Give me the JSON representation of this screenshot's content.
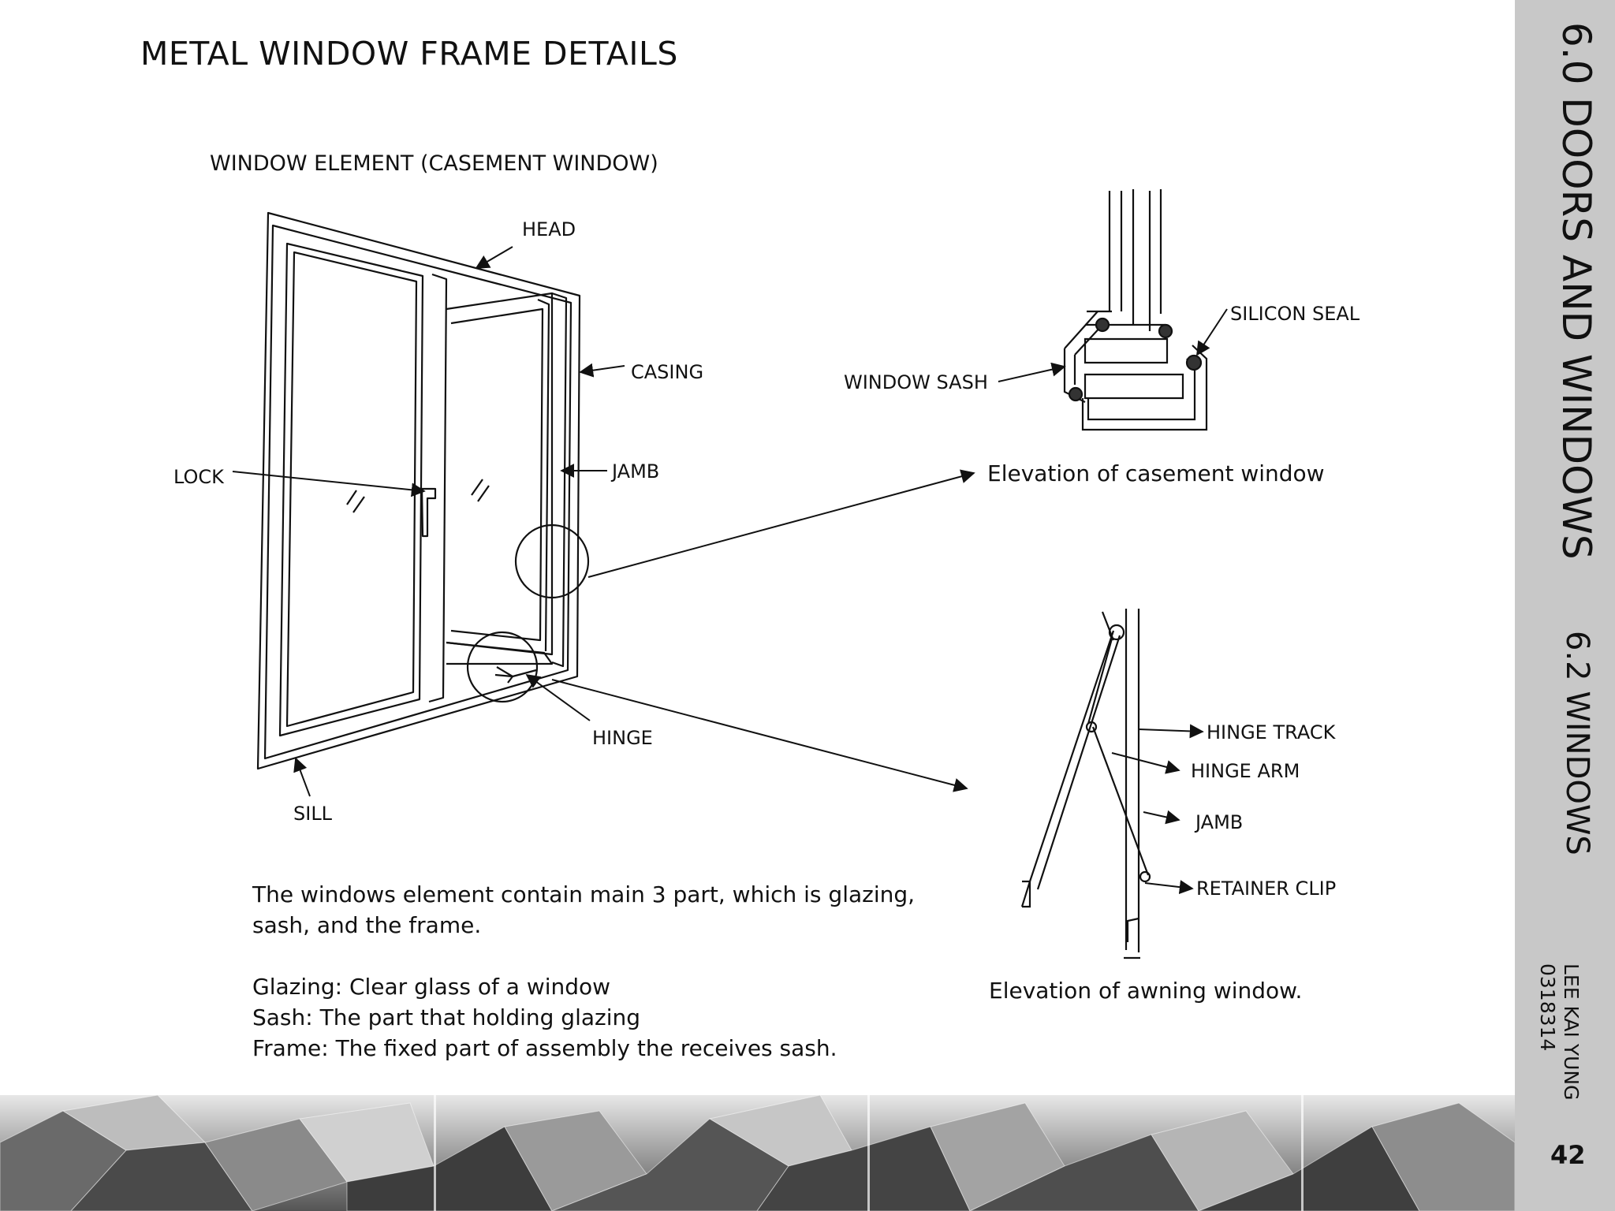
{
  "page": {
    "title": "METAL WINDOW FRAME DETAILS",
    "subtitle": "WINDOW ELEMENT (CASEMENT WINDOW)"
  },
  "casement_labels": {
    "head": "HEAD",
    "casing": "CASING",
    "jamb": "JAMB",
    "lock": "LOCK",
    "hinge": "HINGE",
    "sill": "SILL"
  },
  "detail_labels": {
    "window_sash": "WINDOW SASH",
    "silicon_seal": "SILICON SEAL",
    "hinge_track": "HINGE TRACK",
    "hinge_arm": "HINGE ARM",
    "jamb": "JAMB",
    "retainer_clip": "RETAINER CLIP"
  },
  "captions": {
    "casement": "Elevation of casement window",
    "awning": "Elevation of awning window."
  },
  "description": {
    "intro": "The windows element contain main 3 part, which is glazing, sash, and the frame.",
    "glazing": "Glazing: Clear glass of a window",
    "sash": "Sash: The part that holding glazing",
    "frame": "Frame: The fixed part of assembly the receives sash."
  },
  "sidebar": {
    "chapter": "6.0 DOORS AND WINDOWS",
    "section": "6.2 WINDOWS",
    "author_name": "LEE KAI YUNG",
    "author_id": "0318314",
    "page_number": "42"
  },
  "colors": {
    "sidebar_bg": "#c8c8c8",
    "line": "#111111"
  }
}
